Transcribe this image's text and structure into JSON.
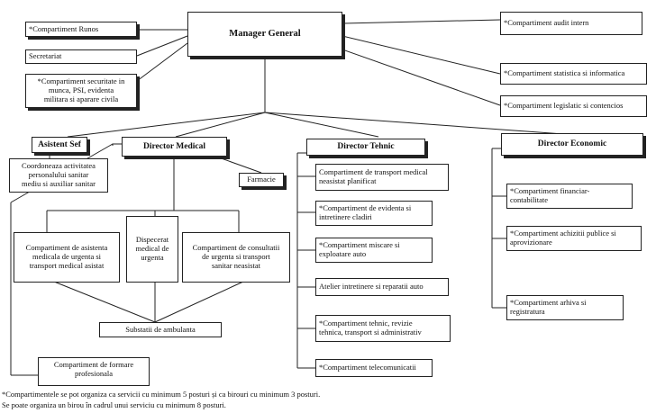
{
  "manager": "Manager General",
  "left_top": {
    "runos": "*Compartiment Runos",
    "secretariat": "Secretariat",
    "securitate": "*Compartiment securitate in\nmunca, PSI, evidenta\nmilitara si aparare civila"
  },
  "right_top": {
    "audit": "*Compartiment audit intern",
    "statistica": "*Compartiment statistica si informatica",
    "legislatie": "*Compartiment legislatic si contencios"
  },
  "asistent_sef": {
    "title": "Asistent Sef",
    "desc": "Coordoneaza activitatea\npersonalului sanitar\nmediu si auxiliar sanitar"
  },
  "director_medical": {
    "title": "Director Medical",
    "farmacie": "Farmacie",
    "asistenta": "Compartiment de asistenta\nmedicala de urgenta si\ntransport medical asistat",
    "dispecerat": "Dispecerat\nmedical de\nurgenta",
    "consultatii": "Compartiment de consultatii\nde urgenta  si transport\nsanitar  neasistat",
    "substatii": "Substatii de ambulanta",
    "formare": "Compartiment de formare\nprofesionala"
  },
  "director_tehnic": {
    "title": "Director Tehnic",
    "items": [
      "Compartiment de transport  medical\nneasistat planificat",
      "*Compartiment de evidenta si\nintretinere cladiri",
      "*Compartiment miscare si\nexploatare auto",
      "Atelier intretinere si reparatii auto",
      "*Compartiment tehnic, revizie\ntehnica, transport si administrativ",
      "*Compartiment telecomunicatii"
    ]
  },
  "director_economic": {
    "title": "Director Economic",
    "items": [
      "*Compartiment financiar-\ncontabilitate",
      "*Compartiment achizitii publice si\naprovizionare",
      "*Compartiment arhiva si\nregistratura"
    ]
  },
  "footnotes": [
    "*Compartimentele se pot organiza ca servicii cu minimum 5 posturi și ca birouri cu minimum 3 posturi.",
    " Se poate organiza un birou în cadrul unui serviciu cu minimum 8 posturi."
  ]
}
